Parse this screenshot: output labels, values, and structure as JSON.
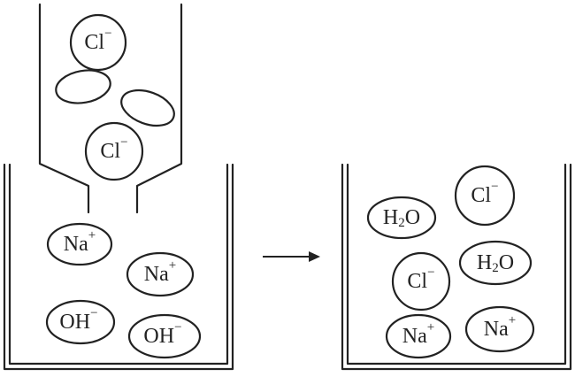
{
  "figure": {
    "arrow": "→",
    "before": {
      "dropper_particles": [
        {
          "kind": "chloride",
          "base": "Cl",
          "charge": "−"
        },
        {
          "kind": "blank"
        },
        {
          "kind": "blank"
        },
        {
          "kind": "chloride",
          "base": "Cl",
          "charge": "−"
        }
      ],
      "beaker_particles": [
        {
          "kind": "sodium",
          "base": "Na",
          "charge": "+"
        },
        {
          "kind": "sodium",
          "base": "Na",
          "charge": "+"
        },
        {
          "kind": "hydroxide",
          "base": "OH",
          "charge": "−"
        },
        {
          "kind": "hydroxide",
          "base": "OH",
          "charge": "−"
        }
      ]
    },
    "after": {
      "beaker_particles": [
        {
          "kind": "water",
          "base": "H",
          "subscript": "2",
          "tail": "O"
        },
        {
          "kind": "chloride",
          "base": "Cl",
          "charge": "−"
        },
        {
          "kind": "chloride",
          "base": "Cl",
          "charge": "−"
        },
        {
          "kind": "water",
          "base": "H",
          "subscript": "2",
          "tail": "O"
        },
        {
          "kind": "sodium",
          "base": "Na",
          "charge": "+"
        },
        {
          "kind": "sodium",
          "base": "Na",
          "charge": "+"
        }
      ]
    }
  }
}
